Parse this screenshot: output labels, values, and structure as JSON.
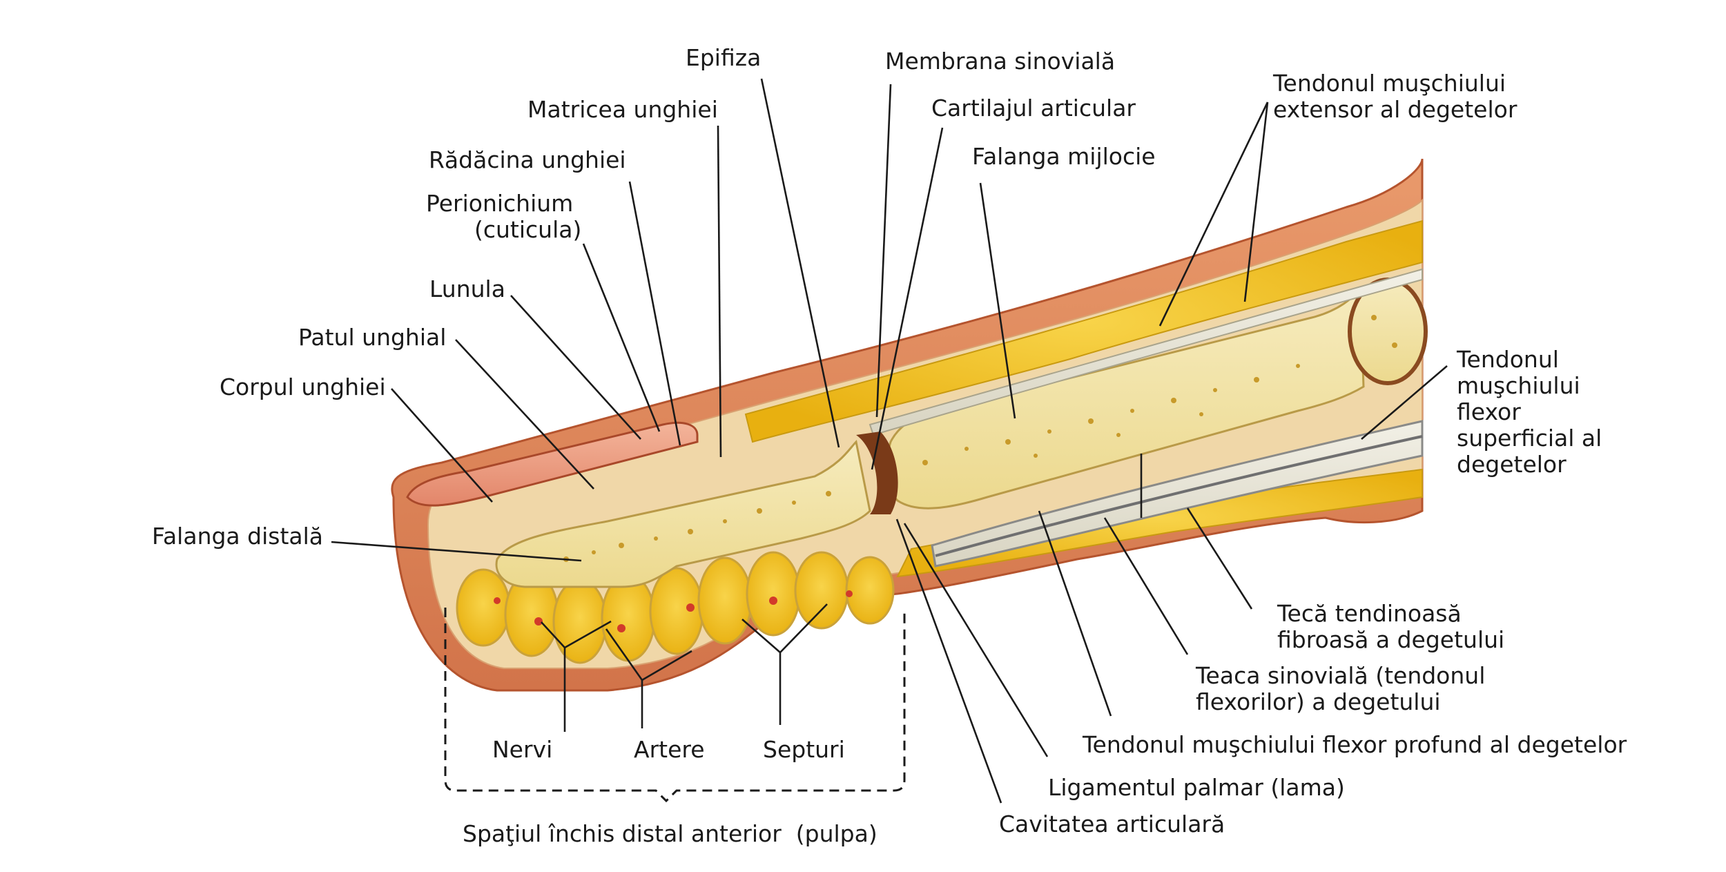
{
  "labels": {
    "epifiza": "Epifiza",
    "membrana_sinoviala": "Membrana sinovială",
    "matricea_unghiei": "Matricea unghiei",
    "cartilajul_articular": "Cartilajul articular",
    "tendon_extensor_l1": "Tendonul muşchiului",
    "tendon_extensor_l2": "extensor al degetelor",
    "radacina_unghiei": "Rădăcina unghiei",
    "falanga_mijlocie": "Falanga mijlocie",
    "perionichium_l1": "Perionichium",
    "perionichium_l2": "(cuticula)",
    "lunula": "Lunula",
    "patul_unghial": "Patul unghial",
    "corpul_unghiei": "Corpul unghiei",
    "falanga_distala": "Falanga distală",
    "flexor_sup_l1": "Tendonul",
    "flexor_sup_l2": "muşchiului",
    "flexor_sup_l3": "flexor",
    "flexor_sup_l4": "superficial al",
    "flexor_sup_l5": "degetelor",
    "teaca_fibroasa_l1": "Tecă tendinoasă",
    "teaca_fibroasa_l2": "fibroasă a degetului",
    "teaca_sinoviala_l1": "Teaca sinovială (tendonul",
    "teaca_sinoviala_l2": "flexorilor) a degetului",
    "flexor_profund": "Tendonul muşchiului flexor profund al degetelor",
    "ligament_palmar": "Ligamentul palmar (lama)",
    "cavitatea_articulara": "Cavitatea articulară",
    "nervi": "Nervi",
    "artere": "Artere",
    "septuri": "Septuri",
    "spatiul_inchis": "Spaţiul închis distal anterior  (pulpa)"
  },
  "colors": {
    "skin": "#e08a5e",
    "skin_dark": "#c8643a",
    "fat": "#f2c421",
    "bone": "#f1e2a6",
    "bone_speckle": "#c89a2a",
    "tendon": "#e9e6d8",
    "vessel_red": "#d23a2a",
    "nail": "#ef9a7c"
  }
}
